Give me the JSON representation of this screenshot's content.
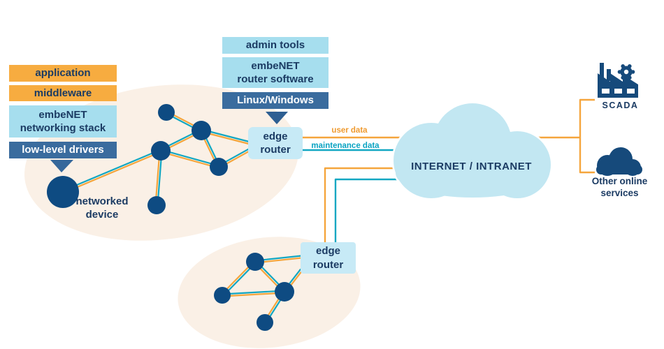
{
  "palette": {
    "orange": "#F5A53C",
    "orange_box": "#F7AC40",
    "teal": "#12A7C2",
    "node_navy": "#0E4B82",
    "icon_navy": "#164A7B",
    "text_navy": "#1B3B63",
    "steel_blue": "#3A6C9E",
    "cyan_box": "#A6DEEE",
    "router_box": "#C7EAF6",
    "mesh_ellipse": "#FAF0E6",
    "cloud_fill": "#C2E7F2"
  },
  "device_stack": {
    "items": [
      "application",
      "middleware",
      "embeNET\nnetworking stack",
      "low-level drivers"
    ]
  },
  "router_stack": {
    "items": [
      "admin tools",
      "embeNET\nrouter software",
      "Linux/Windows"
    ]
  },
  "mesh1": {
    "device_label": "networked\ndevice",
    "router_label": "edge\nrouter"
  },
  "mesh2": {
    "router_label": "edge\nrouter"
  },
  "links": {
    "user_data": "user data",
    "maintenance_data": "maintenance data"
  },
  "cloud": {
    "label": "INTERNET  /  INTRANET"
  },
  "services": {
    "scada": "SCADA",
    "other": "Other online\nservices"
  }
}
